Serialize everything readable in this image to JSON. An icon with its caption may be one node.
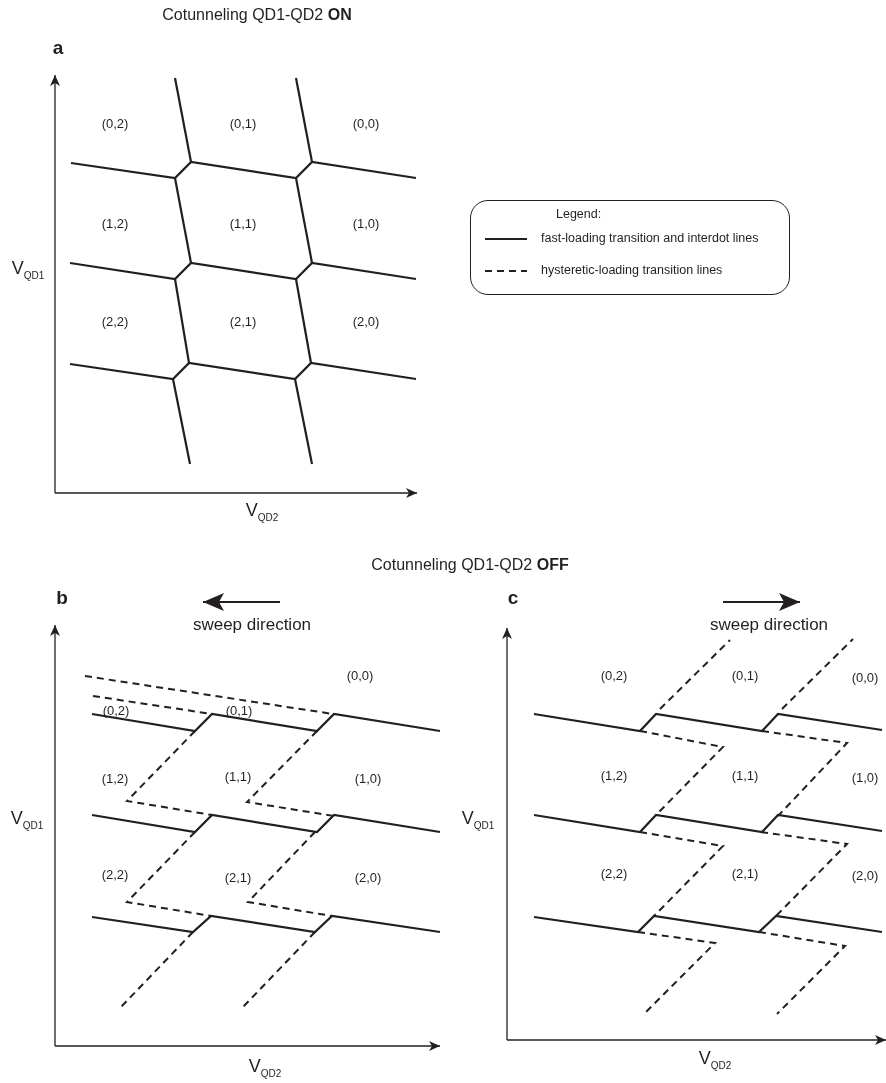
{
  "diagram": {
    "labels": [
      "Cotunneling QD1-QD2 **ON**",
      "a",
      "(0,2)",
      "(0,1)",
      "(0,0)",
      "(1,2)",
      "(1,1)",
      "(1,0)",
      "(2,2)",
      "(2,1)",
      "(2,0)",
      "V$_{QD1}$",
      "Legend:",
      "V$_{QD2}$",
      "Cotunneling QD1-QD2 **OFF**",
      "b",
      "sweep direction",
      "c",
      "sweep direction",
      "(0,0)",
      "(0,2)",
      "(0,1)",
      "(1,2)",
      "(1,1)",
      "(1,0)",
      "V$_{QD1}$",
      "(2,2)",
      "(2,1)",
      "(2,0)",
      "V$_{QD2}$",
      "(0,2)",
      "(0,1)",
      "(0,0)",
      "(1,2)",
      "(1,1)",
      "(1,0)",
      "V$_{QD1}$",
      "(2,2)",
      "(2,1)",
      "(2,0)",
      "V$_{QD2}$"
    ],
    "legend": [
      {
        "text": "fast-loading transition and interdot lines"
      },
      {
        "text": "hysteretic-loading transition lines"
      }
    ]
  }
}
